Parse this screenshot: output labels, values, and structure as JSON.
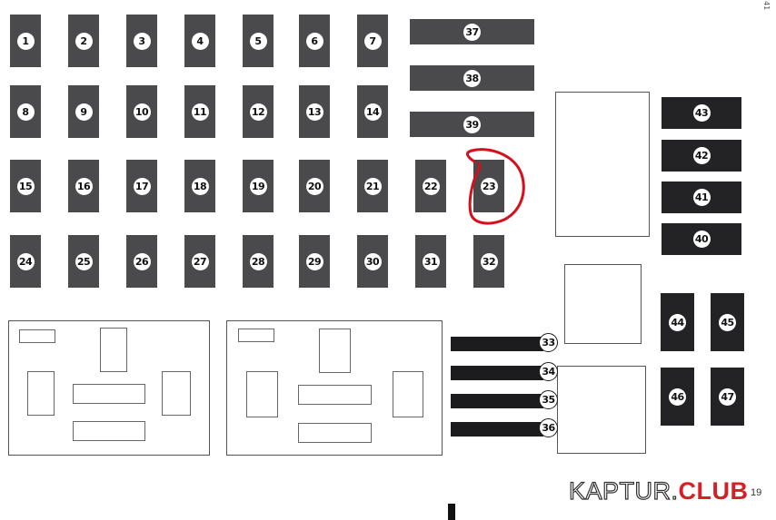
{
  "page_marker": "41",
  "fuse_labels": [
    "1",
    "2",
    "3",
    "4",
    "5",
    "6",
    "7",
    "8",
    "9",
    "10",
    "11",
    "12",
    "13",
    "14",
    "15",
    "16",
    "17",
    "18",
    "19",
    "20",
    "21",
    "22",
    "23",
    "24",
    "25",
    "26",
    "27",
    "28",
    "29",
    "30",
    "31",
    "32",
    "33",
    "34",
    "35",
    "36",
    "37",
    "38",
    "39",
    "40",
    "41",
    "42",
    "43",
    "44",
    "45",
    "46",
    "47"
  ],
  "highlighted_fuse": "23",
  "colors": {
    "fuse": "#4a4a4c",
    "relay": "#232325",
    "strip": "#1c1c1e",
    "outline": "#555555",
    "highlight": "#d4101c",
    "brand_red": "#d61f26"
  },
  "brand": {
    "part1": "KAPTUR.",
    "part2": "CLUB",
    "page_number": "19"
  }
}
